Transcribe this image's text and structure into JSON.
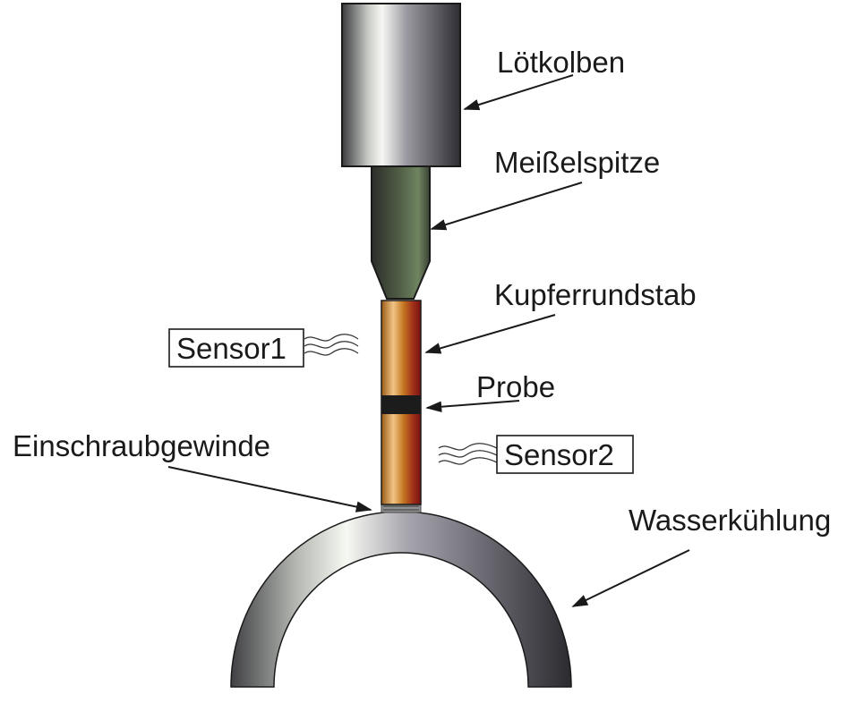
{
  "labels": {
    "soldering_iron": "Lötkolben",
    "chisel_tip": "Meißelspitze",
    "copper_rod": "Kupferrundstab",
    "sample": "Probe",
    "screw_thread": "Einschraubgewinde",
    "water_cooling": "Wasserkühlung"
  },
  "sensors": {
    "sensor1": "Sensor1",
    "sensor2": "Sensor2"
  },
  "colors": {
    "metal_dark": "#3c3b40",
    "metal_light": "#f4f6f2",
    "tip_green": "#5f7050",
    "copper": "#b8701e",
    "copper_dark": "#8a1a1a",
    "sample_black": "#1c1c1c",
    "arrow": "#1a1a1a"
  }
}
